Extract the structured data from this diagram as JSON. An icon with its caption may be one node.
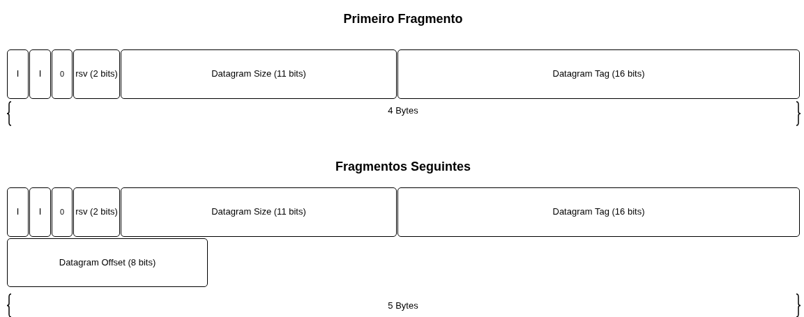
{
  "diagram": {
    "nodes": [
      {
        "text": [
          "I"
        ]
      },
      {
        "text": [
          "I"
        ]
      },
      {
        "text": [
          "0"
        ]
      },
      {
        "text": [
          "rsv (2 bits)"
        ]
      },
      {
        "text": [
          "Datagram Size (11 bits)"
        ]
      },
      {
        "text": [
          "Datagram Tag (16 bits)"
        ]
      },
      {
        "text": [
          "I"
        ]
      },
      {
        "text": [
          "I"
        ]
      },
      {
        "text": [
          "0"
        ]
      },
      {
        "text": [
          "rsv (2 bits)"
        ]
      },
      {
        "text": [
          "Datagram Size (11 bits)"
        ]
      },
      {
        "text": [
          "Datagram Tag (16 bits)"
        ]
      },
      {
        "text": [
          "Datagram Offset (8 bits)"
        ]
      }
    ],
    "edges": [],
    "labels": [
      "Primeiro Fragmento",
      "4 Bytes",
      "Fragmentos Seguintes",
      "5 Bytes"
    ]
  }
}
